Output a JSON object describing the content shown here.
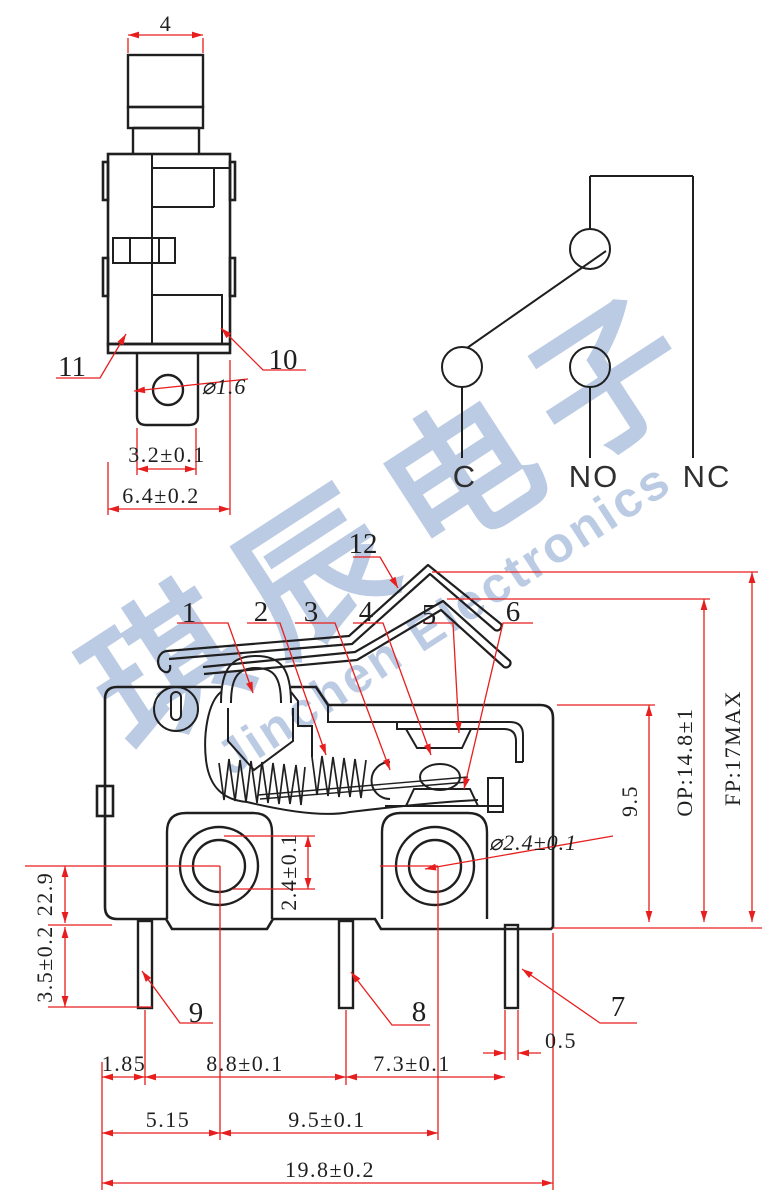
{
  "colors": {
    "line": "#1f1f1f",
    "dimension_red": "#e81e1e",
    "watermark": "#b9c9e3",
    "background": "#ffffff"
  },
  "watermark": {
    "cn": "琪辰电子",
    "en": "Jinchen Electronics"
  },
  "left_view": {
    "plunger_width": "4",
    "label_11": "11",
    "label_10": "10",
    "hole_dia": "⌀1.6",
    "slot_width": "3.2±0.1",
    "body_width": "6.4±0.2"
  },
  "circuit": {
    "c": "C",
    "no": "NO",
    "nc": "NC"
  },
  "main_view": {
    "parts": {
      "p1": "1",
      "p2": "2",
      "p3": "3",
      "p4": "4",
      "p5": "5",
      "p6": "6",
      "p7": "7",
      "p8": "8",
      "p9": "9",
      "p12": "12"
    },
    "dims": {
      "total_height": "22.9",
      "pin_length": "3.5±0.2",
      "hole_to_bottom": "2.4±0.1",
      "hole_dia": "⌀2.4±0.1",
      "body_height": "9.5",
      "op": "OP:14.8±1",
      "fp": "FP:17MAX",
      "pin_offset": "1.85",
      "pin_pitch_1": "8.8±0.1",
      "pin_pitch_2": "7.3±0.1",
      "pin_thickness": "0.5",
      "hole_offset": "5.15",
      "hole_pitch": "9.5±0.1",
      "body_width": "19.8±0.2"
    }
  }
}
